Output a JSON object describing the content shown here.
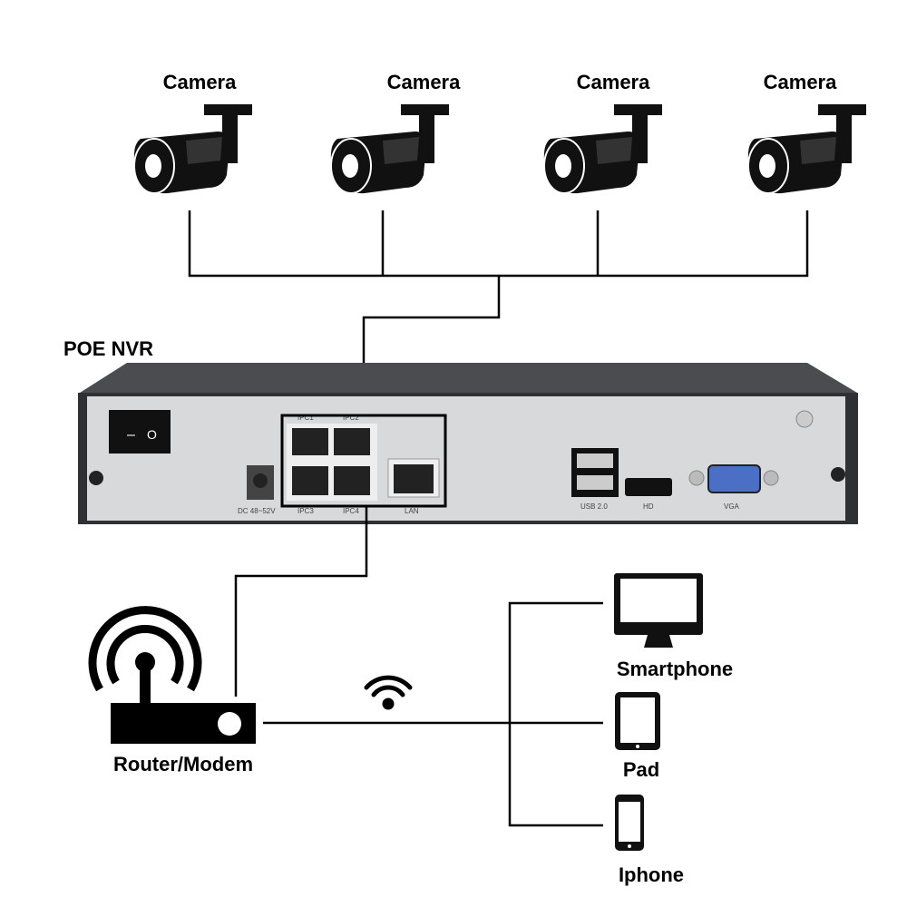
{
  "cameras": [
    {
      "label": "Camera"
    },
    {
      "label": "Camera"
    },
    {
      "label": "Camera"
    },
    {
      "label": "Camera"
    }
  ],
  "nvr": {
    "label": "POE NVR",
    "ports": {
      "ipc1": "IPC1",
      "ipc2": "IPC2",
      "ipc3": "IPC3",
      "ipc4": "IPC4",
      "lan": "LAN",
      "dc": "DC 48~52V",
      "usb": "USB 2.0",
      "hd": "HD",
      "vga": "VGA"
    },
    "switch": {
      "off": "–",
      "on": "O"
    }
  },
  "router": {
    "label": "Router/Modem"
  },
  "devices": [
    {
      "label": "Smartphone",
      "icon": "monitor-icon"
    },
    {
      "label": "Pad",
      "icon": "tablet-icon"
    },
    {
      "label": "Iphone",
      "icon": "phone-icon"
    }
  ],
  "colors": {
    "vga": "#4a6fc4",
    "panel": "#d6d7d9",
    "body": "#3a3c40"
  }
}
